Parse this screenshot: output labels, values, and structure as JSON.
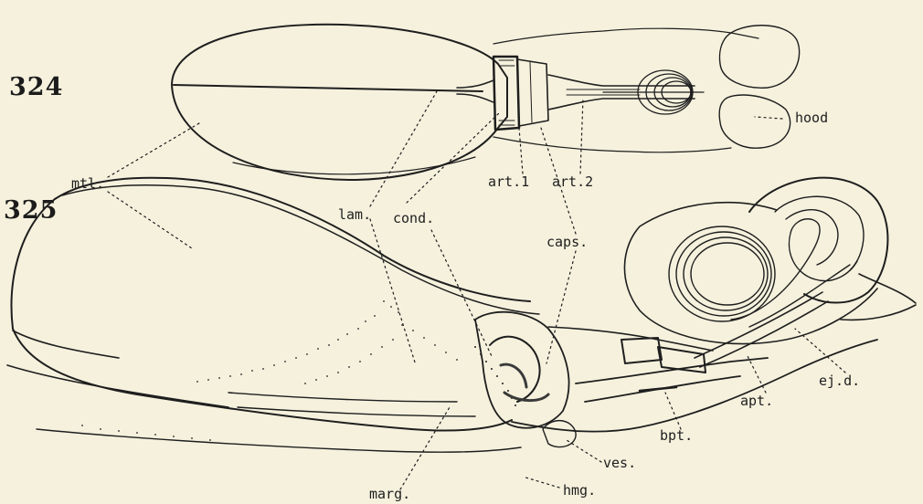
{
  "figures": {
    "fig_a": "324",
    "fig_b": "325"
  },
  "labels": {
    "mtl": "mtl.",
    "lam": "lam.",
    "cond": "cond.",
    "art1": "art.1",
    "art2": "art.2",
    "hood": "hood",
    "caps": "caps.",
    "ej_d": "ej.d.",
    "apt": "apt.",
    "bpt": "bpt.",
    "ves": "ves.",
    "hmg": "hmg.",
    "marg": "marg."
  },
  "colors": {
    "paper": "#f5f1dd",
    "ink": "#1e1e1e"
  }
}
